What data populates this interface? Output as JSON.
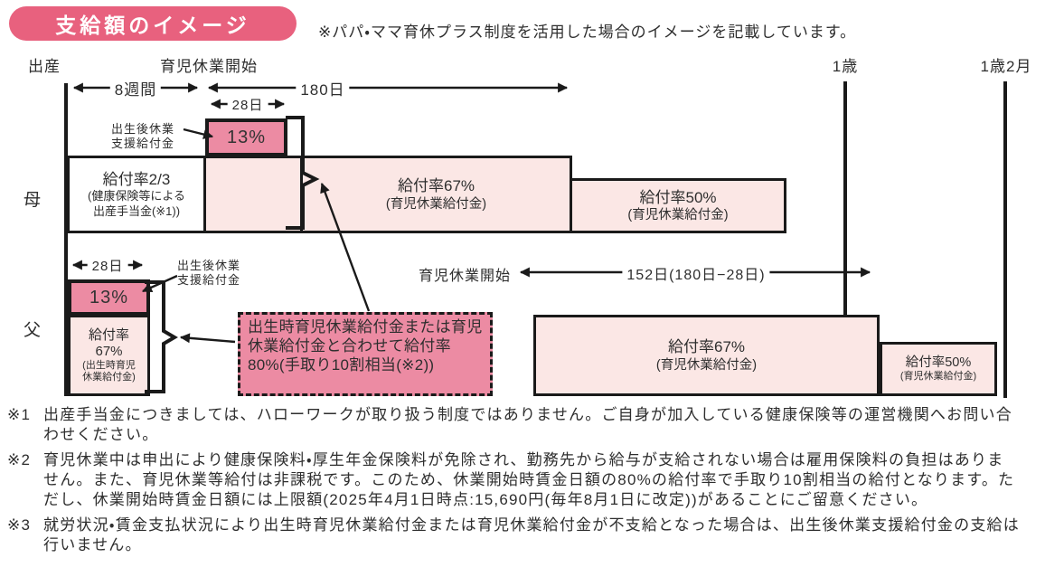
{
  "title": "支給額のイメージ",
  "subtitle": "※パパ・ママ育休プラス制度を活用した場合のイメージを記載しています。",
  "timeline": {
    "birth": "出産",
    "mother_leave_start": "育児休業開始",
    "age_one": "1歳",
    "age_one_two_months": "1歳2月",
    "eight_weeks": "8週間",
    "days_180": "180日",
    "days_28_mother": "28日",
    "days_28_father": "28日",
    "father_leave_start": "育児休業開始",
    "days_152": "152日(180日−28日)"
  },
  "mother": {
    "row_label": "母",
    "maternity_allowance": {
      "rate": "給付率2/3",
      "source_line1": "(健康保険等による",
      "source_line2": "出産手当金(※1))"
    },
    "postnatal_support": {
      "label_line1": "出生後休業",
      "label_line2": "支援給付金",
      "rate": "13%"
    },
    "leave_benefit_67": {
      "rate": "給付率67%",
      "name": "(育児休業給付金)"
    },
    "leave_benefit_50": {
      "rate": "給付率50%",
      "name": "(育児休業給付金)"
    }
  },
  "father": {
    "row_label": "父",
    "postnatal_support": {
      "label_line1": "出生後休業",
      "label_line2": "支援給付金",
      "rate": "13%"
    },
    "birth_leave_benefit": {
      "rate_line1": "給付率",
      "rate_line2": "67%",
      "name_line1": "(出生時育児",
      "name_line2": "休業給付金)"
    },
    "combined_note": "出生時育児休業給付金または育児休業給付金と合わせて給付率 80%(手取り10割相当(※2))",
    "leave_benefit_67": {
      "rate": "給付率67%",
      "name": "(育児休業給付金)"
    },
    "leave_benefit_50": {
      "rate": "給付率50%",
      "name": "(育児休業給付金)"
    }
  },
  "footnotes": [
    {
      "marker": "※1",
      "text": "出産手当金につきましては、ハローワークが取り扱う制度ではありません。ご自身が加入している健康保険等の運営機関へお問い合わせください。"
    },
    {
      "marker": "※2",
      "text": "育児休業中は申出により健康保険料・厚生年金保険料が免除され、勤務先から給与が支給されない場合は雇用保険料の負担はありません。また、育児休業等給付は非課税です。このため、休業開始時賃金日額の80%の給付率で手取り10割相当の給付となります。ただし、休業開始時賃金日額には上限額(2025年4月1日時点:15,690円(毎年8月1日に改定))があることにご留意ください。"
    },
    {
      "marker": "※3",
      "text": "就労状況・賃金支払状況により出生時育児休業給付金または育児休業給付金が不支給となった場合は、出生後休業支援給付金の支給は行いません。"
    }
  ],
  "colors": {
    "accent_pink": "#e8617e",
    "highlight_pink": "#ec8ba3",
    "panel_pink": "#fbe7e5",
    "line_black": "#1a1a1a"
  }
}
